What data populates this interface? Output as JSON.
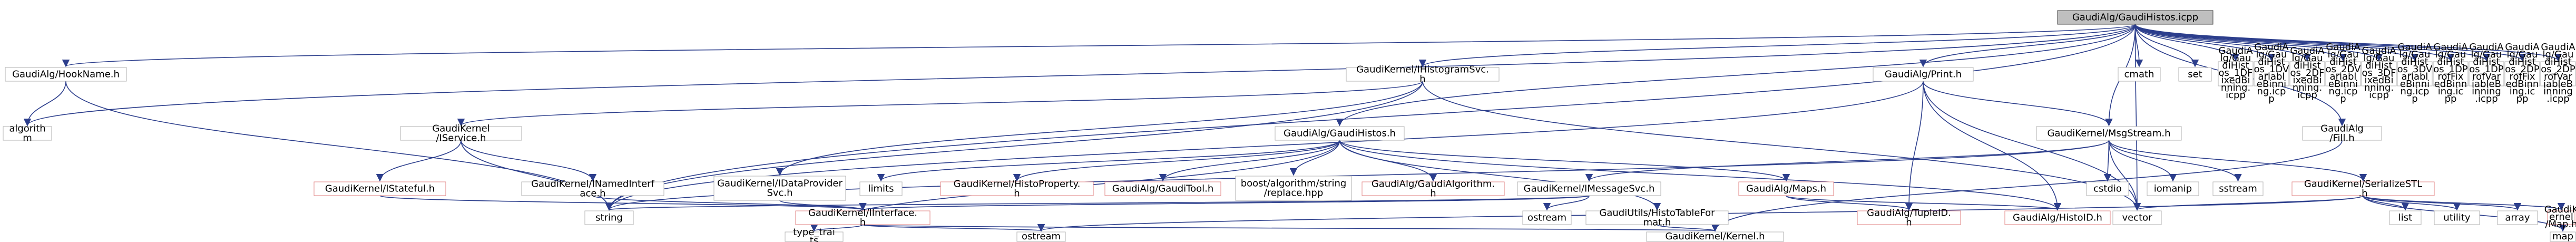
{
  "colors": {
    "node_border": "#b0b0b0",
    "node_border_incomplete": "#e08080",
    "node_fill": "#ffffff",
    "root_fill": "#bfbfbf",
    "root_border": "#404040",
    "edge": "#2c3e8c",
    "text": "#000000"
  },
  "nodes": [
    {
      "id": "root",
      "label": "GaudiAlg/GaudiHistos.icpp",
      "root": true
    },
    {
      "id": "hookname",
      "label": "GaudiAlg/HookName.h"
    },
    {
      "id": "algorithm",
      "label": "algorithm"
    },
    {
      "id": "ihistosvc",
      "label": "GaudiKernel/IHistogramSvc.h"
    },
    {
      "id": "print",
      "label": "GaudiAlg/Print.h"
    },
    {
      "id": "cmath",
      "label": "cmath"
    },
    {
      "id": "set",
      "label": "set"
    },
    {
      "id": "h1fb",
      "label": "GaudiAlg/GaudiHistos_1DFixedBinning.icpp"
    },
    {
      "id": "h1vb",
      "label": "GaudiAlg/GaudiHistos_1DVariableBinning.icpp"
    },
    {
      "id": "h2fb",
      "label": "GaudiAlg/GaudiHistos_2DFixedBinning.icpp"
    },
    {
      "id": "h2vb",
      "label": "GaudiAlg/GaudiHistos_2DVariableBinning.icpp"
    },
    {
      "id": "h3fb",
      "label": "GaudiAlg/GaudiHistos_3DFixedBinning.icpp"
    },
    {
      "id": "h3vb",
      "label": "GaudiAlg/GaudiHistos_3DVariableBinning.icpp"
    },
    {
      "id": "p1fb",
      "label": "GaudiAlg/GaudiHistos_1DProfFixedBinning.icpp"
    },
    {
      "id": "p1vb",
      "label": "GaudiAlg/GaudiHistos_1DProfVariableBinning.icpp"
    },
    {
      "id": "p2fb",
      "label": "GaudiAlg/GaudiHistos_2DProfFixedBinning.icpp"
    },
    {
      "id": "p2vb",
      "label": "GaudiAlg/GaudiHistos_2DProfVariableBinning.icpp"
    },
    {
      "id": "iservice",
      "label": "GaudiKernel/IService.h"
    },
    {
      "id": "gaudihistos_h",
      "label": "GaudiAlg/GaudiHistos.h"
    },
    {
      "id": "msgstream",
      "label": "GaudiKernel/MsgStream.h"
    },
    {
      "id": "fill",
      "label": "GaudiAlg/Fill.h"
    },
    {
      "id": "istateful",
      "label": "GaudiKernel/IStateful.h",
      "incomplete": true
    },
    {
      "id": "inamedif",
      "label": "GaudiKernel/INamedInterface.h"
    },
    {
      "id": "idataprov",
      "label": "GaudiKernel/IDataProvider Svc.h",
      "lines": [
        "GaudiKernel/IDataProvider",
        "Svc.h"
      ]
    },
    {
      "id": "limits",
      "label": "limits"
    },
    {
      "id": "histoprop",
      "label": "GaudiKernel/HistoProperty.h",
      "incomplete": true
    },
    {
      "id": "gauditool",
      "label": "GaudiAlg/GaudiTool.h",
      "incomplete": true
    },
    {
      "id": "boostalgo",
      "label": "boost/algorithm/string /replace.hpp",
      "lines": [
        "boost/algorithm/string",
        "/replace.hpp"
      ]
    },
    {
      "id": "gaudialgo",
      "label": "GaudiAlg/GaudiAlgorithm.h",
      "incomplete": true
    },
    {
      "id": "imsgsvc",
      "label": "GaudiKernel/IMessageSvc.h"
    },
    {
      "id": "maps",
      "label": "GaudiAlg/Maps.h",
      "incomplete": true
    },
    {
      "id": "cstdio",
      "label": "cstdio"
    },
    {
      "id": "iomanip",
      "label": "iomanip"
    },
    {
      "id": "sstream",
      "label": "sstream"
    },
    {
      "id": "serstl",
      "label": "GaudiKernel/SerializeSTL.h",
      "incomplete": true
    },
    {
      "id": "string",
      "label": "string"
    },
    {
      "id": "iinterface",
      "label": "GaudiKernel/IInterface.h",
      "incomplete": true
    },
    {
      "id": "ostream",
      "label": "ostream"
    },
    {
      "id": "histotable",
      "label": "GaudiUtils/HistoTableFormat.h"
    },
    {
      "id": "tupleid",
      "label": "GaudiAlg/TupleID.h",
      "incomplete": true
    },
    {
      "id": "histoid",
      "label": "GaudiAlg/HistoID.h",
      "incomplete": true
    },
    {
      "id": "vector",
      "label": "vector"
    },
    {
      "id": "list",
      "label": "list"
    },
    {
      "id": "utility",
      "label": "utility"
    },
    {
      "id": "array",
      "label": "array"
    },
    {
      "id": "gkmap",
      "label": "GaudiKernel/Map.h",
      "incomplete": true
    },
    {
      "id": "typetraits",
      "label": "type_traits"
    },
    {
      "id": "estream",
      "label": "ostream"
    },
    {
      "id": "kernel",
      "label": "GaudiKernel/Kernel.h"
    },
    {
      "id": "map",
      "label": "map"
    }
  ]
}
